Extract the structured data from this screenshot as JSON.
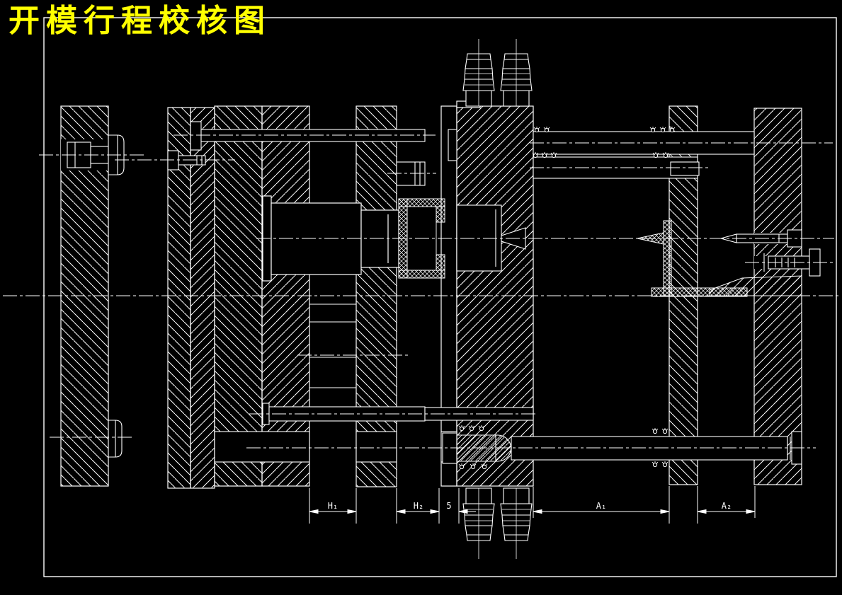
{
  "title": "开模行程校核图",
  "colors": {
    "background": "#000000",
    "linework": "#ffffff",
    "title_text": "#ffff00"
  },
  "dimensions": {
    "h1": {
      "label": "H₁"
    },
    "h2": {
      "label": "H₂"
    },
    "plate_gap": {
      "label": "5"
    },
    "a1": {
      "label": "A₁"
    },
    "a2": {
      "label": "A₂"
    }
  }
}
